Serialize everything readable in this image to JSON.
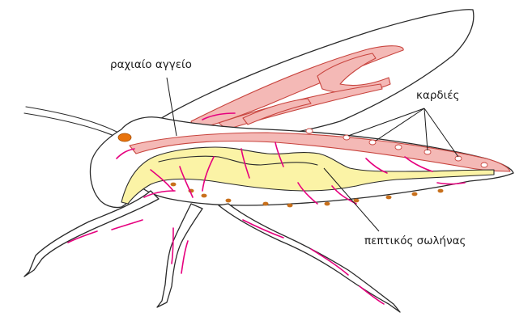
{
  "labels": {
    "dorsal_vessel": "ραχιαίο αγγείο",
    "hearts": "καρδιές",
    "digestive_tube": "πεπτικός σωλήνας"
  },
  "colors": {
    "outline": "#2a2a2a",
    "vessel_fill": "#f4b9b6",
    "vessel_stroke": "#c8443e",
    "gut_fill": "#fbf3a6",
    "hemolymph_arrows": "#e6007e",
    "eye": "#e8730c",
    "ganglia": "#c8701c"
  }
}
